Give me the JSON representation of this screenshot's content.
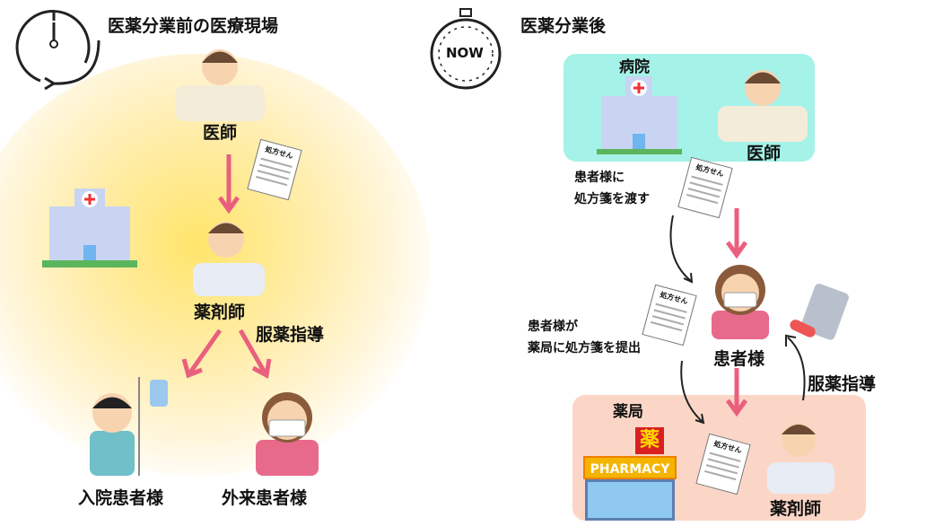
{
  "before": {
    "title": "医薬分業前の医療現場",
    "doctor_label": "医師",
    "pharmacist_label": "薬剤師",
    "guidance_label": "服薬指導",
    "inpatient_label": "入院患者様",
    "outpatient_label": "外来患者様",
    "prescription_text": "処方せん"
  },
  "after": {
    "title": "医薬分業後",
    "stopwatch_text": "NOW",
    "hospital_label": "病院",
    "doctor_label": "医師",
    "hand_over_text": "患者様に\n処方箋を渡す",
    "submit_text": "患者様が\n薬局に処方箋を提出",
    "patient_label": "患者様",
    "pharmacy_label": "薬局",
    "pharmacy_sign": "PHARMACY",
    "pharmacy_kanji_sign": "薬",
    "pharmacist_label": "薬剤師",
    "guidance_label": "服薬指導",
    "prescription_text": "処方せん"
  },
  "colors": {
    "arrow": "#ea5f7e",
    "hospital_bg": "#a4f2e8",
    "pharmacy_bg": "#fbd6c6",
    "glow": "#ffe56b"
  }
}
